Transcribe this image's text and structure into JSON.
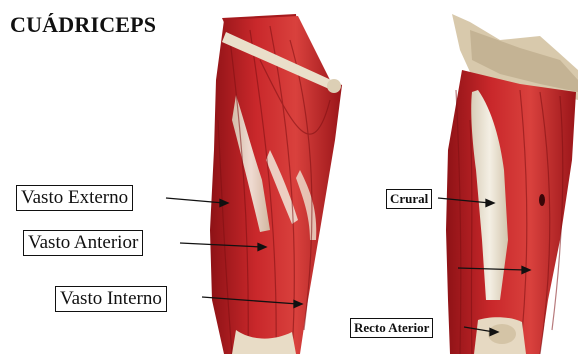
{
  "title": "CUÁDRICEPS",
  "labels": {
    "vasto_externo": "Vasto Externo",
    "vasto_anterior": "Vasto Anterior",
    "vasto_interno": "Vasto Interno",
    "crural": "Crural",
    "recto_aterior": "Recto Aterior"
  },
  "colors": {
    "muscle_dark": "#a3171b",
    "muscle": "#c8262a",
    "muscle_light": "#de4d45",
    "tendon": "#ece4d4",
    "bone": "#d9cbb0",
    "line": "#111111"
  }
}
